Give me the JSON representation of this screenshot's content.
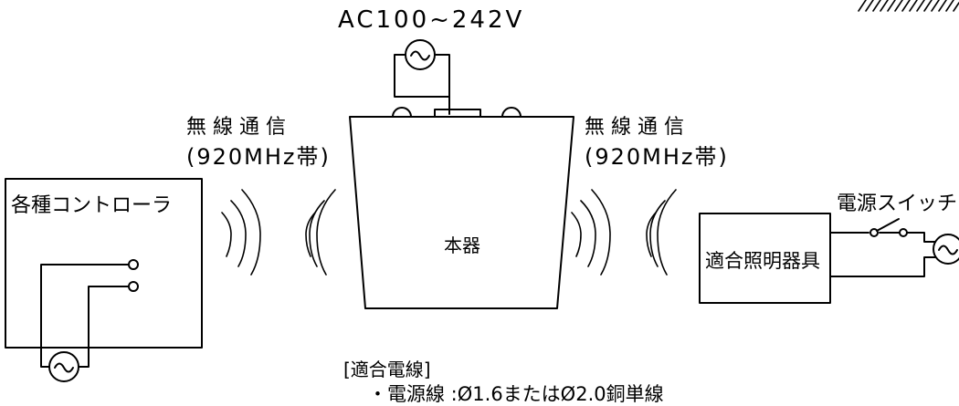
{
  "power_source": {
    "label": "AC100~242V"
  },
  "main_unit": {
    "label": "本器"
  },
  "left_link": {
    "line1": "無 線 通 信",
    "line2": "(920MHz帯)"
  },
  "right_link": {
    "line1": "無 線 通 信",
    "line2": "(920MHz帯)"
  },
  "controller": {
    "label": "各種コントローラ"
  },
  "fixture": {
    "label": "適合照明器具"
  },
  "switch": {
    "label": "電源スイッチ"
  },
  "wire_notes": {
    "heading": "[適合電線]",
    "power_line": "・電源線 :Ø1.6またはØ2.0銅単線"
  },
  "icons": {
    "ac_source": "ac-source-symbol",
    "wave": "wireless-wave-icon",
    "switch": "switch-symbol",
    "terminal": "terminal-symbol"
  }
}
